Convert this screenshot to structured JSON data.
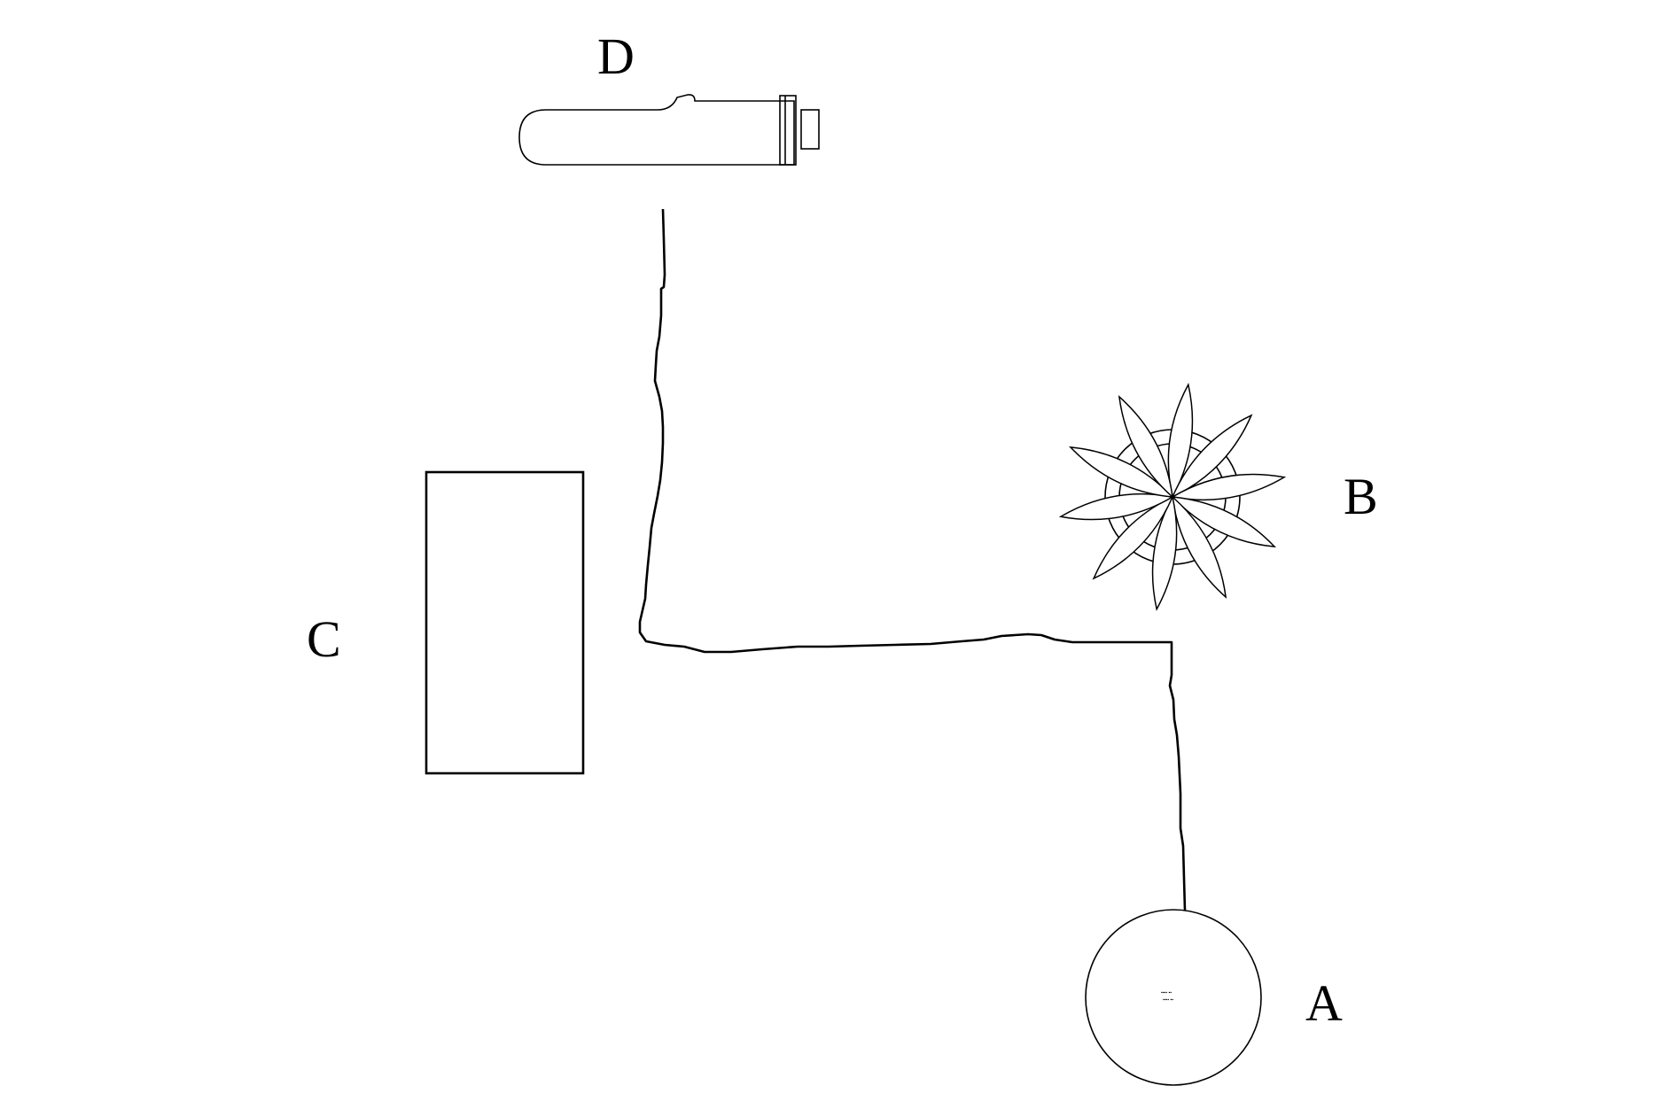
{
  "labels": {
    "a": "A",
    "b": "B",
    "c": "C",
    "d": "D"
  },
  "object_a": {
    "icon": "round-table-icon"
  },
  "object_b": {
    "icon": "potted-plant-icon",
    "petal_count": 10
  },
  "object_c": {
    "icon": "rectangle-table-icon"
  },
  "object_d": {
    "icon": "bathtub-icon"
  },
  "colors": {
    "stroke": "#000000",
    "background": "#ffffff"
  }
}
